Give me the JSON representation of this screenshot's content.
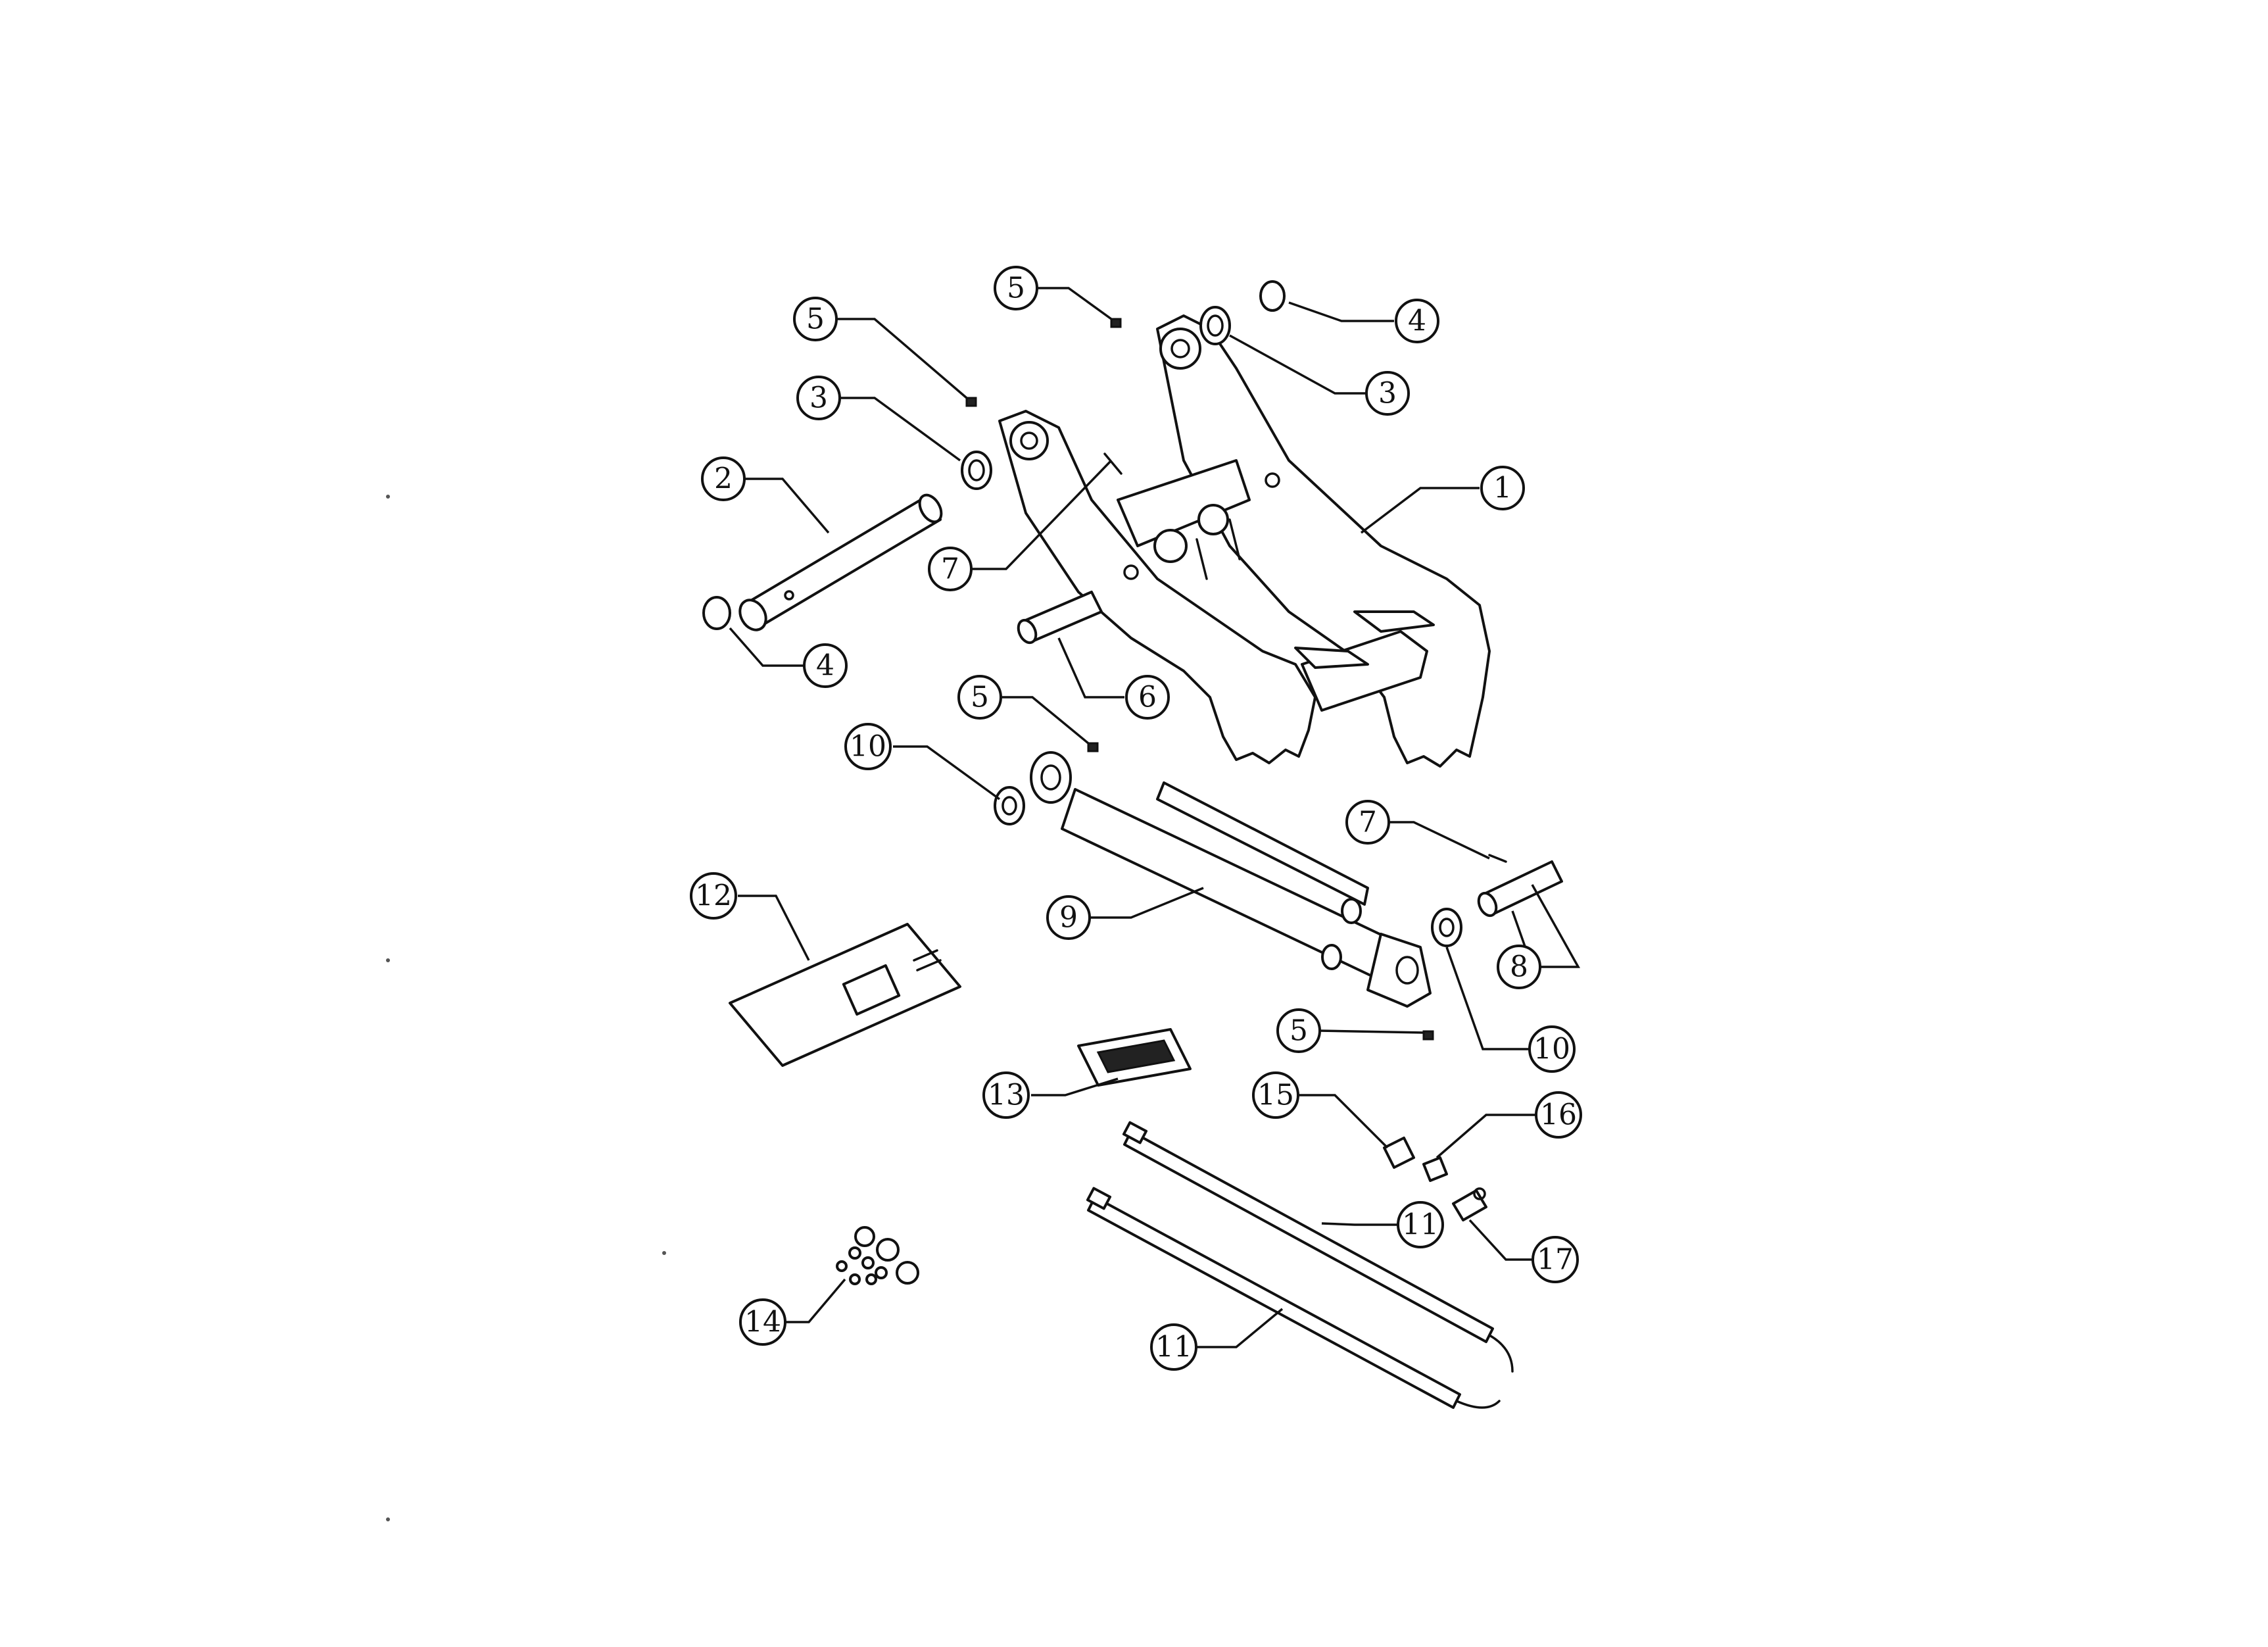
{
  "diagram": {
    "type": "exploded-parts-diagram",
    "colors": {
      "line": "#111111",
      "background": "#ffffff"
    },
    "callouts": [
      {
        "id": "c1",
        "label": "1"
      },
      {
        "id": "c2",
        "label": "2"
      },
      {
        "id": "c3a",
        "label": "3"
      },
      {
        "id": "c3b",
        "label": "3"
      },
      {
        "id": "c4a",
        "label": "4"
      },
      {
        "id": "c4b",
        "label": "4"
      },
      {
        "id": "c5a",
        "label": "5"
      },
      {
        "id": "c5b",
        "label": "5"
      },
      {
        "id": "c5c",
        "label": "5"
      },
      {
        "id": "c5d",
        "label": "5"
      },
      {
        "id": "c6",
        "label": "6"
      },
      {
        "id": "c7a",
        "label": "7"
      },
      {
        "id": "c7b",
        "label": "7"
      },
      {
        "id": "c8",
        "label": "8"
      },
      {
        "id": "c9",
        "label": "9"
      },
      {
        "id": "c10a",
        "label": "10"
      },
      {
        "id": "c10b",
        "label": "10"
      },
      {
        "id": "c11a",
        "label": "11"
      },
      {
        "id": "c11b",
        "label": "11"
      },
      {
        "id": "c12",
        "label": "12"
      },
      {
        "id": "c13",
        "label": "13"
      },
      {
        "id": "c14",
        "label": "14"
      },
      {
        "id": "c15",
        "label": "15"
      },
      {
        "id": "c16",
        "label": "16"
      },
      {
        "id": "c17",
        "label": "17"
      }
    ]
  }
}
